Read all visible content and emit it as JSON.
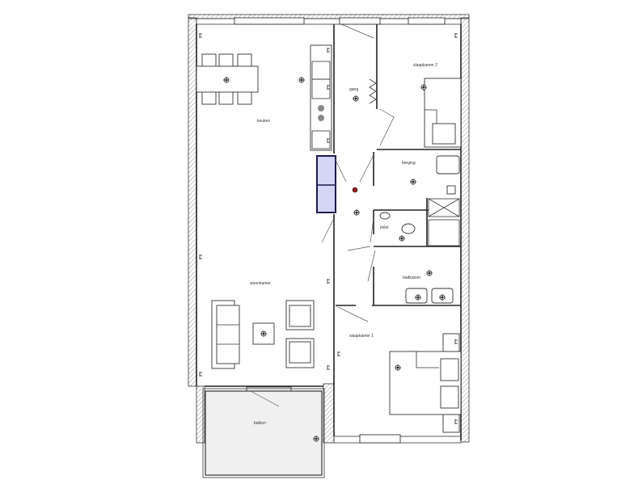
{
  "rooms": {
    "keuken": "keuken",
    "woonkamer": "woonkamer",
    "gang": "gang",
    "slaapkamer_2": "slaapkamer 2",
    "berging": "berging",
    "toilet": "toilet",
    "badkamer": "badkamer",
    "slaapkamer_1": "slaapkamer 1",
    "balkon": "balkon"
  },
  "colors": {
    "storage_fill": "#d4d6f5",
    "balcony_fill": "#f0f0f0",
    "wall_hatch": "#999999"
  },
  "icons": [
    "ceiling-light-icon",
    "socket-icon",
    "switch-icon",
    "smoke-detector-icon"
  ]
}
